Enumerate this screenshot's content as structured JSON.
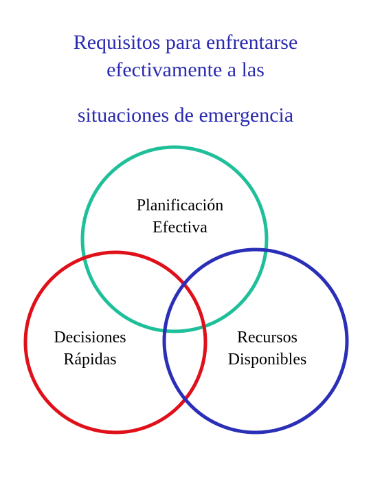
{
  "title": {
    "lines": [
      "Requisitos para enfrentarse",
      "efectivamente a las",
      "situaciones de emergencia"
    ],
    "color": "#2a2ab0"
  },
  "circles": [
    {
      "id": "planificacion",
      "lines": [
        "Planificación",
        "Efectiva"
      ],
      "stroke": "#1fbf9a"
    },
    {
      "id": "decisiones",
      "lines": [
        "Decisiones",
        "Rápidas"
      ],
      "stroke": "#e0101a"
    },
    {
      "id": "recursos",
      "lines": [
        "Recursos",
        "Disponibles"
      ],
      "stroke": "#2b2fb8"
    }
  ]
}
